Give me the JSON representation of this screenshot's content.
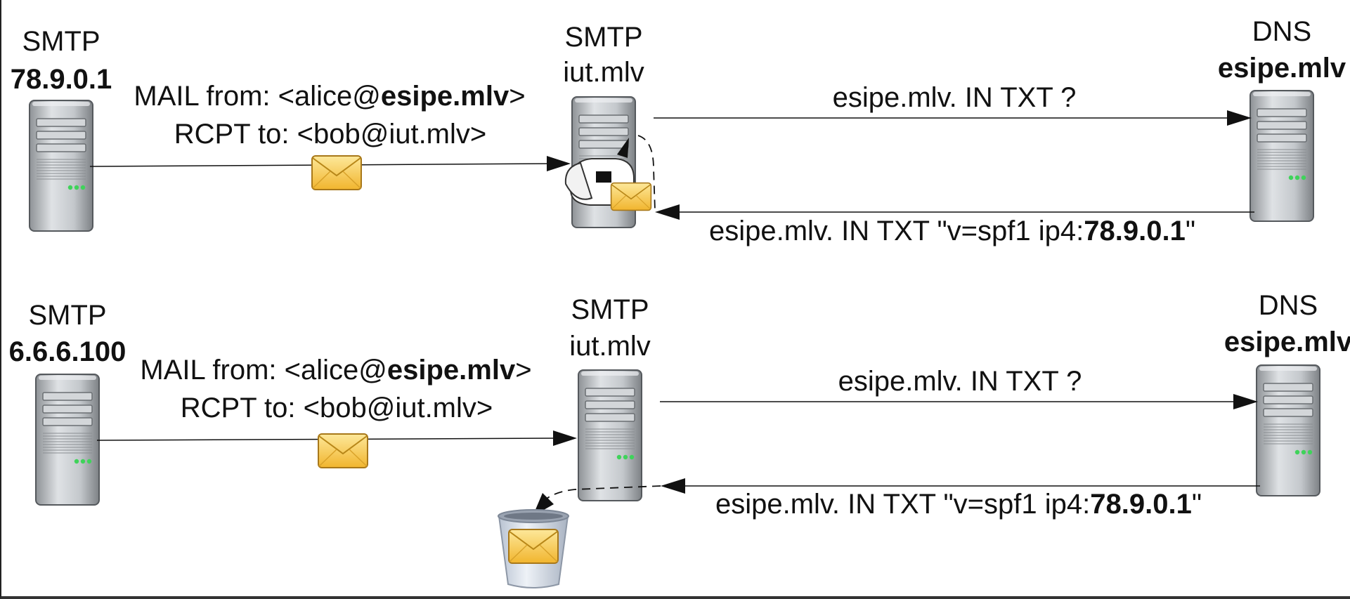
{
  "scenario_top": {
    "sender": {
      "role": "SMTP",
      "ip": "78.9.0.1"
    },
    "receiver": {
      "role": "SMTP",
      "name": "iut.mlv"
    },
    "dns": {
      "role": "DNS",
      "name": "esipe.mlv"
    },
    "mail_from": {
      "prefix": "MAIL from: <alice@",
      "domain": "esipe.mlv",
      "suffix": ">"
    },
    "rcpt_to": "RCPT to: <bob@iut.mlv>",
    "query": "esipe.mlv. IN TXT ?",
    "reply": {
      "prefix": "esipe.mlv. IN TXT \"v=spf1 ip4:",
      "ip": "78.9.0.1",
      "suffix": "\""
    }
  },
  "scenario_bottom": {
    "sender": {
      "role": "SMTP",
      "ip": "6.6.6.100"
    },
    "receiver": {
      "role": "SMTP",
      "name": "iut.mlv"
    },
    "dns": {
      "role": "DNS",
      "name": "esipe.mlv"
    },
    "mail_from": {
      "prefix": "MAIL from: <alice@",
      "domain": "esipe.mlv",
      "suffix": ">"
    },
    "rcpt_to": "RCPT to: <bob@iut.mlv>",
    "query": "esipe.mlv. IN TXT ?",
    "reply": {
      "prefix": "esipe.mlv. IN TXT \"v=spf1 ip4:",
      "ip": "78.9.0.1",
      "suffix": "\""
    }
  },
  "icons": {
    "server": "server-icon",
    "envelope": "envelope-icon",
    "mailbox": "mailbox-icon",
    "trash": "trash-bin-icon"
  },
  "colors": {
    "envelope": "#f5c542",
    "server": "#b8bcc0",
    "line": "#111111"
  }
}
